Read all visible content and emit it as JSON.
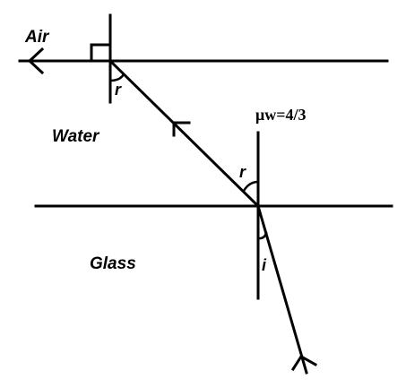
{
  "labels": {
    "air": "Air",
    "water": "Water",
    "glass": "Glass",
    "index": "μw=4/3",
    "angle_r_top": "r",
    "angle_r_bottom": "r",
    "angle_i": "i"
  },
  "colors": {
    "ink": "#000000",
    "background": "#ffffff"
  }
}
